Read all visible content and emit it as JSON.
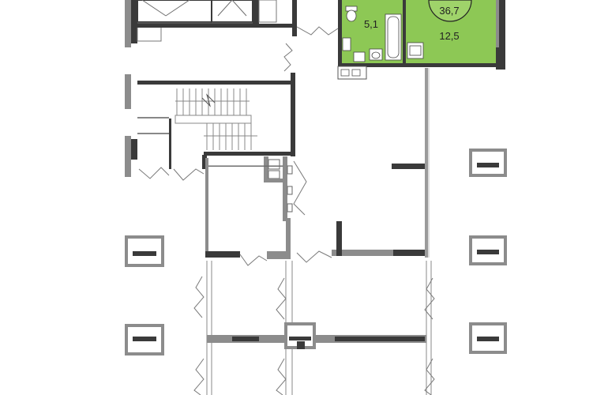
{
  "plan": {
    "apartment_total_area": "36,7",
    "rooms": [
      {
        "key": "bathroom",
        "area": "5,1"
      },
      {
        "key": "living",
        "area": "12,5"
      }
    ]
  },
  "colors": {
    "apartment_fill": "#8dc855",
    "apartment_fill_light": "#9fd36a",
    "wall_dark": "#3a3a3a",
    "wall_grey": "#8c8c8c",
    "line": "#6e6e6e",
    "background": "#ffffff"
  },
  "icons": [
    "toilet-icon",
    "bathtub-icon",
    "sink-icon",
    "staircase-icon",
    "window-unit-icon",
    "door-swing-icon"
  ]
}
